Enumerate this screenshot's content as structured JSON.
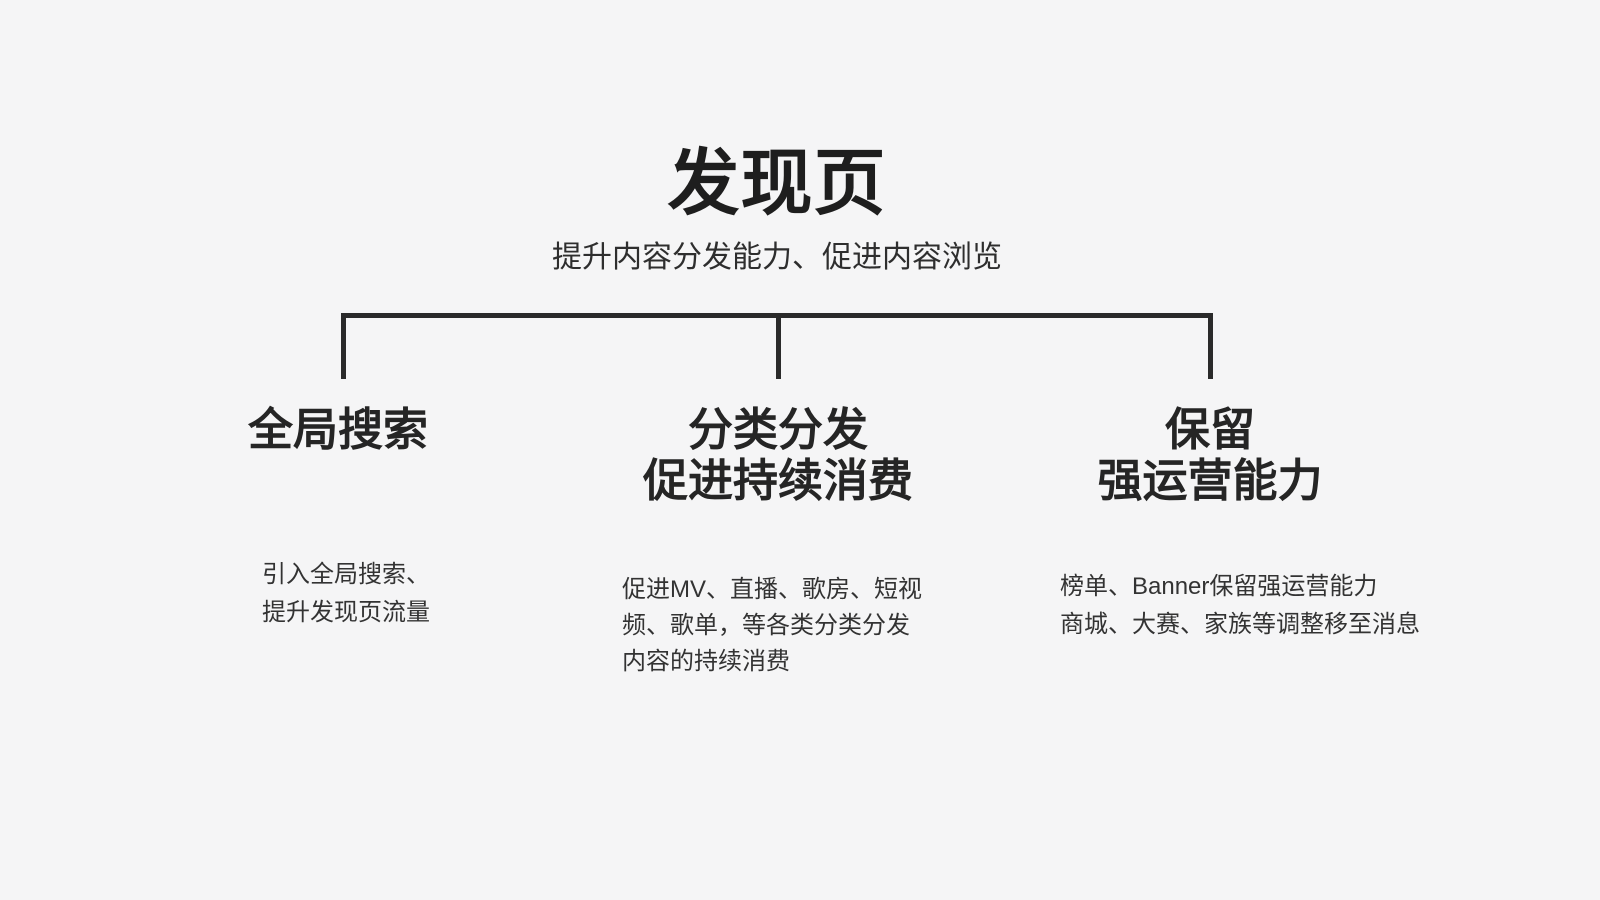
{
  "page": {
    "background_color": "#f5f5f6",
    "text_color": "#222222",
    "line_color": "#2a2a2a"
  },
  "header": {
    "title": "发现页",
    "subtitle": "提升内容分发能力、促进内容浏览"
  },
  "branches": [
    {
      "heading_lines": [
        "全局搜索"
      ],
      "body_lines": [
        "引入全局搜索、",
        "提升发现页流量"
      ]
    },
    {
      "heading_lines": [
        "分类分发",
        "促进持续消费"
      ],
      "body_lines": [
        "促进MV、直播、歌房、短视",
        "频、歌单，等各类分类分发",
        "内容的持续消费"
      ]
    },
    {
      "heading_lines": [
        "保留",
        "强运营能力"
      ],
      "body_lines": [
        "榜单、Banner保留强运营能力",
        "商城、大赛、家族等调整移至消息"
      ]
    }
  ]
}
